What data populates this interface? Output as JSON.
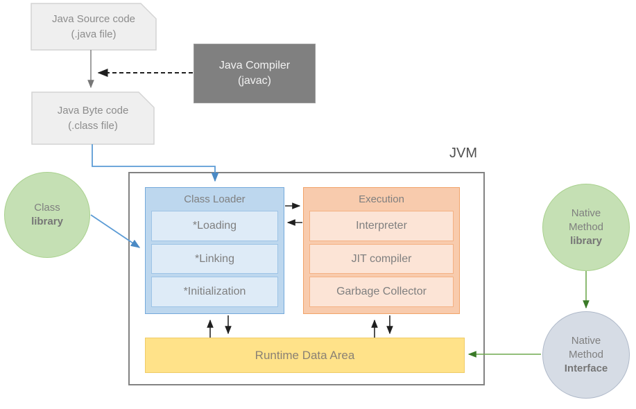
{
  "diagram": {
    "jvm_label": "JVM",
    "java_source": {
      "line1": "Java Source code",
      "line2": "(.java file)"
    },
    "java_compiler": {
      "line1": "Java Compiler",
      "line2": "(javac)"
    },
    "java_byte_code": {
      "line1": "Java Byte code",
      "line2": "(.class file)"
    },
    "class_library": {
      "line1": "Class",
      "line2": "library"
    },
    "class_loader": {
      "title": "Class Loader",
      "items": [
        "*Loading",
        "*Linking",
        "*Initialization"
      ]
    },
    "execution_engine": {
      "title": "Execution",
      "items": [
        "Interpreter",
        "JIT compiler",
        "Garbage Collector"
      ]
    },
    "runtime_data_area": {
      "label": "Runtime Data Area"
    },
    "native_method_library": {
      "line1": "Native",
      "line2": "Method",
      "line3": "library"
    },
    "native_method_interface": {
      "line1": "Native",
      "line2": "Method",
      "line3": "Interface"
    },
    "colors": {
      "class_loader_fill": "#bdd7ee",
      "class_loader_item_fill": "#deebf7",
      "execution_fill": "#f8cbad",
      "execution_item_fill": "#fce4d6",
      "runtime_fill": "#ffe289",
      "library_circle_fill": "#c5e0b4",
      "interface_circle_fill": "#d6dce5",
      "compiler_fill": "#808080",
      "document_fill": "#efefef",
      "blue_arrow": "#5b9bd5",
      "green_arrow": "#6fa84e",
      "black_arrow": "#262626",
      "gray_arrow": "#808080"
    }
  }
}
